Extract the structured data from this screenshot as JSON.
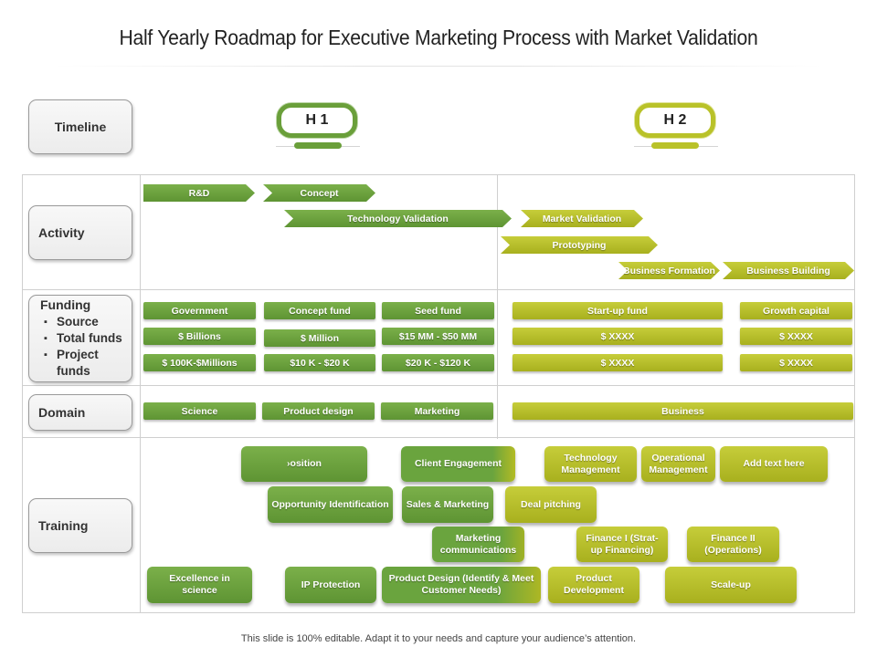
{
  "title": "Half Yearly Roadmap for Executive Marketing Process with Market Validation",
  "footer": "This slide is 100% editable. Adapt it to your needs and capture your audience’s attention.",
  "colors": {
    "green": "#6a9f3a",
    "yellow_green": "#b9c229"
  },
  "rows": {
    "timeline": "Timeline",
    "activity": "Activity",
    "funding": {
      "label": "Funding",
      "items": [
        "Source",
        "Total funds",
        "Project funds"
      ]
    },
    "domain": "Domain",
    "training": "Training"
  },
  "halves": {
    "h1": "H 1",
    "h2": "H 2"
  },
  "activity": {
    "rnd": "R&D",
    "concept": "Concept",
    "tech_validation": "Technology Validation",
    "market_validation": "Market Validation",
    "prototyping": "Prototyping",
    "business_formation": "Business Formation",
    "business_building": "Business Building"
  },
  "funding": {
    "government": "Government",
    "concept_fund": "Concept fund",
    "seed_fund": "Seed fund",
    "startup_fund": "Start-up fund",
    "growth_capital": "Growth capital",
    "gov_total": "$ Billions",
    "concept_total": "$ Million",
    "seed_total": "$15 MM - $50 MM",
    "startup_total": "$ XXXX",
    "growth_total": "$ XXXX",
    "gov_project": "$ 100K-$Millions",
    "concept_project": "$10 K - $20 K",
    "seed_project": "$20 K - $120 K",
    "startup_project": "$ XXXX",
    "growth_project": "$ XXXX"
  },
  "domain": {
    "science": "Science",
    "product_design": "Product design",
    "marketing": "Marketing",
    "business": "Business"
  },
  "training": {
    "position": "›osition",
    "client_engagement": "Client Engagement",
    "technology_management": "Technology Management",
    "operational_management": "Operational Management",
    "add_text": "Add text here",
    "opportunity_identification": "Opportunity Identification",
    "sales_marketing": "Sales & Marketing",
    "deal_pitching": "Deal pitching",
    "marketing_communications": "Marketing communications",
    "finance_1": "Finance I (Strat-up Financing)",
    "finance_2": "Finance II (Operations)",
    "excellence_science": "Excellence in science",
    "ip_protection": "IP Protection",
    "product_design": "Product Design (Identify & Meet Customer Needs)",
    "product_development": "Product Development",
    "scale_up": "Scale-up"
  }
}
